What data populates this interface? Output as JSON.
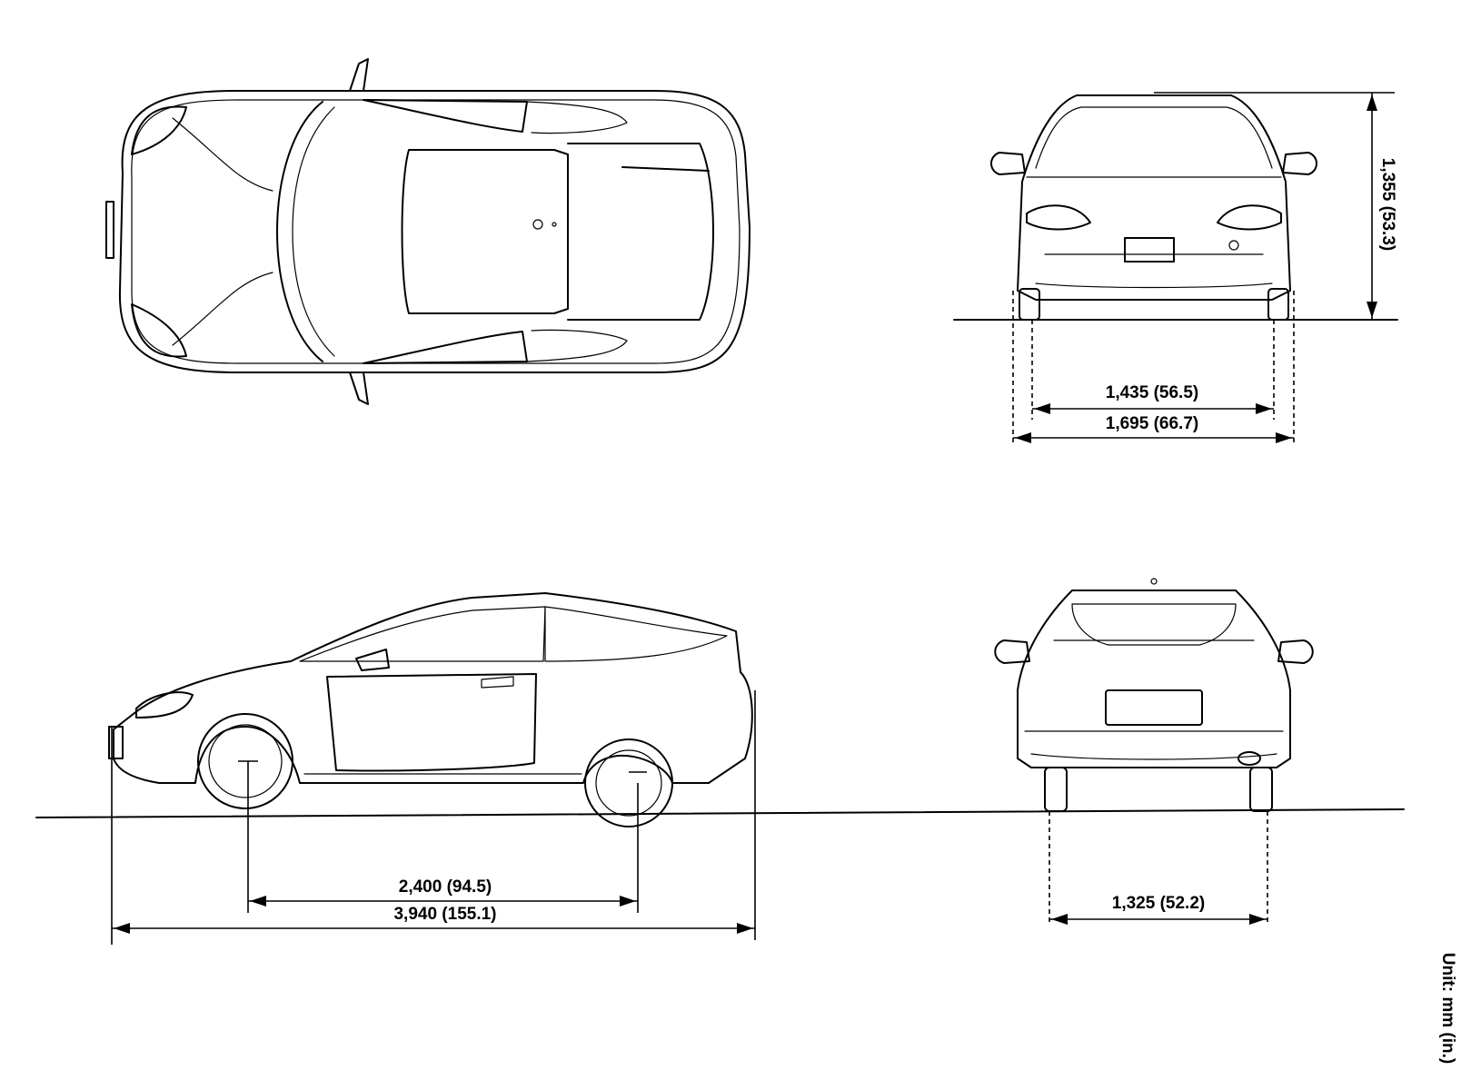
{
  "dimensions": {
    "height": "1,355 (53.3)",
    "front_track": "1,435 (56.5)",
    "overall_width": "1,695 (66.7)",
    "wheelbase": "2,400 (94.5)",
    "overall_length": "3,940 (155.1)",
    "rear_track": "1,325 (52.2)"
  },
  "unit_note": "Unit: mm (in.)",
  "views": [
    "top-view",
    "front-view",
    "side-view",
    "rear-view"
  ]
}
